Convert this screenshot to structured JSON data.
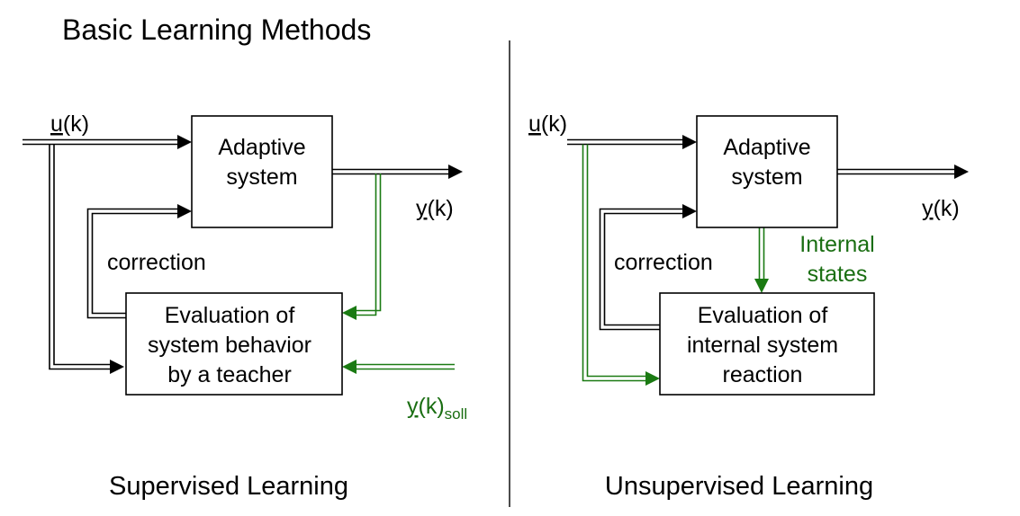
{
  "title": "Basic Learning Methods",
  "supervised": {
    "caption": "Supervised Learning",
    "input_label": "u(k)",
    "input_label_u": "u",
    "input_label_rest": "(k)",
    "adaptive_line1": "Adaptive",
    "adaptive_line2": "system",
    "output_label_y": "y",
    "output_label_rest": "(k)",
    "correction": "correction",
    "eval_line1": "Evaluation of",
    "eval_line2": "system behavior",
    "eval_line3": "by a teacher",
    "target_label_y": "y",
    "target_label_rest": "(k)",
    "target_label_sub": "soll"
  },
  "unsupervised": {
    "caption": "Unsupervised Learning",
    "input_label_u": "u",
    "input_label_rest": "(k)",
    "adaptive_line1": "Adaptive",
    "adaptive_line2": "system",
    "output_label_y": "y",
    "output_label_rest": "(k)",
    "correction": "correction",
    "internal_line1": "Internal",
    "internal_line2": "states",
    "eval_line1": "Evaluation of",
    "eval_line2": "internal system",
    "eval_line3": "reaction"
  },
  "colors": {
    "green": "#1a7a12",
    "line": "#000000"
  }
}
